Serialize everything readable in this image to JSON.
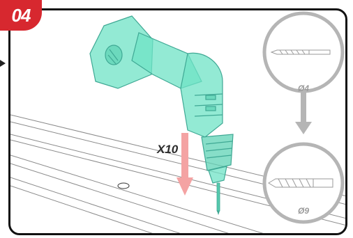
{
  "step": {
    "number": "04"
  },
  "instruction": {
    "repeat_count": "X10"
  },
  "drill_bits": [
    {
      "size_label": "Ø4"
    },
    {
      "size_label": "Ø9"
    }
  ],
  "colors": {
    "badge": "#d7282f",
    "drill_body": "#6fe3c6",
    "arrow": "#f4a3a3",
    "bit_circle": "#b5b5b5",
    "frame": "#111111"
  },
  "icons": [
    "drill-icon",
    "drill-bit-icon",
    "down-arrow-icon"
  ]
}
